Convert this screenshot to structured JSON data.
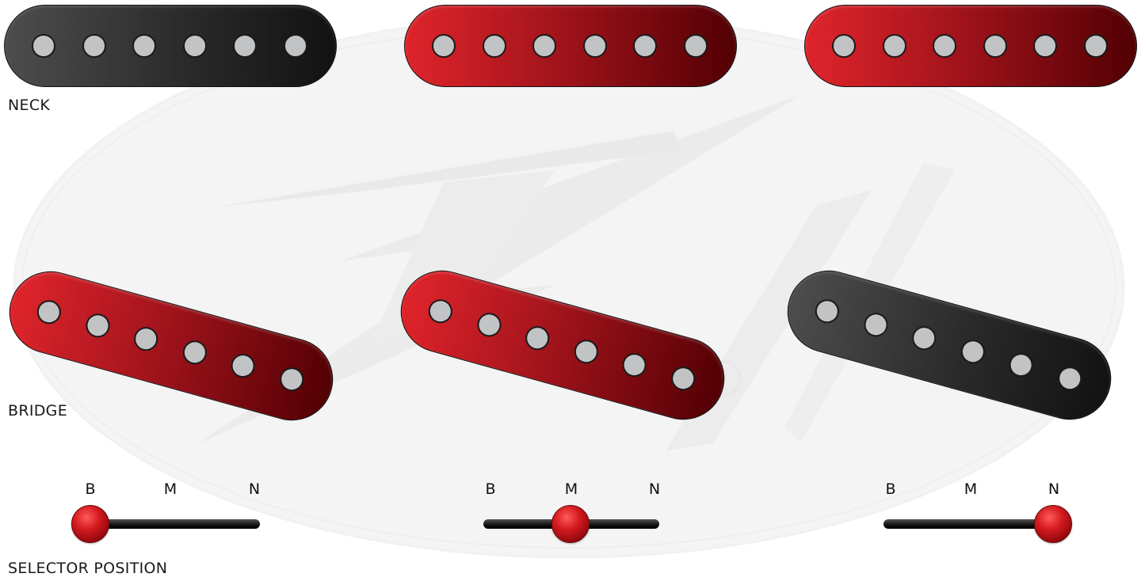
{
  "labels": {
    "neck": "NECK",
    "bridge": "BRIDGE",
    "selector_position": "SELECTOR POSITION"
  },
  "colors": {
    "active_pickup": "#c8171e",
    "inactive_pickup": "#2b2b2b",
    "pole_piece": "#c2c3c5",
    "knob": "#d41a1f",
    "background_logo": "#f0f0f0"
  },
  "background": {
    "logo": "peavey-logo-watermark"
  },
  "diagrams": [
    {
      "neck_pickup": "inactive",
      "bridge_pickup": "active",
      "selector": {
        "labels": [
          "B",
          "M",
          "N"
        ],
        "position": "B"
      }
    },
    {
      "neck_pickup": "active",
      "bridge_pickup": "active",
      "selector": {
        "labels": [
          "B",
          "M",
          "N"
        ],
        "position": "M"
      }
    },
    {
      "neck_pickup": "active",
      "bridge_pickup": "inactive",
      "selector": {
        "labels": [
          "B",
          "M",
          "N"
        ],
        "position": "N"
      }
    }
  ]
}
